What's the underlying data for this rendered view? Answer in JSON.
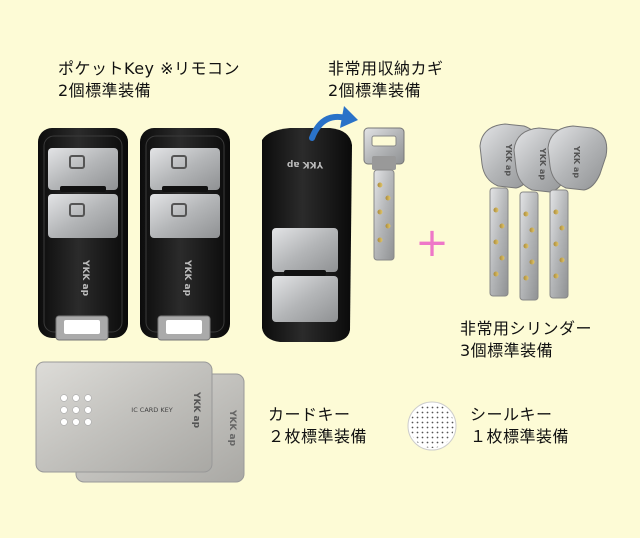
{
  "pocket_key": {
    "name": "ポケットKey  ※リモコン",
    "qty": "2個標準装備",
    "logo": "YKK ap"
  },
  "emergency_key": {
    "name": "非常用収納カギ",
    "qty": "2個標準装備"
  },
  "emergency_cylinder": {
    "name": "非常用シリンダー",
    "qty": "3個標準装備",
    "logo": "YKK ap"
  },
  "card_key": {
    "name": "カードキー",
    "qty": "２枚標準装備",
    "card_text": "IC CARD KEY",
    "logo": "YKK ap"
  },
  "seal_key": {
    "name": "シールキー",
    "qty": "１枚標準装備"
  },
  "plus_symbol": "+",
  "colors": {
    "background": "#fdfbd6",
    "arrow": "#2a72c8",
    "plus": "#ee77c8",
    "remote_body": "#1b1b1b",
    "metal": "#b9bbbd"
  }
}
